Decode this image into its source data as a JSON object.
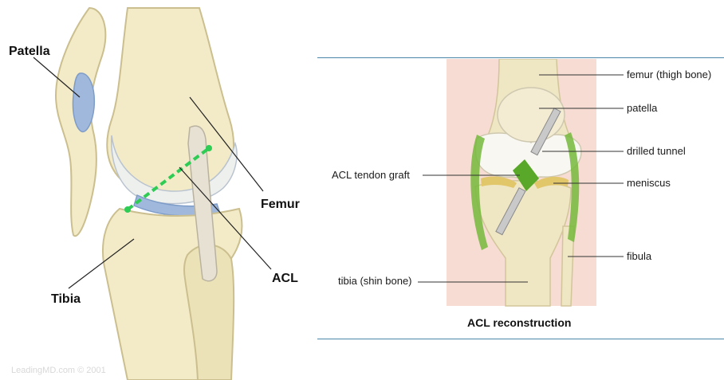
{
  "left_diagram": {
    "labels": {
      "patella": "Patella",
      "femur": "Femur",
      "acl": "ACL",
      "tibia": "Tibia"
    },
    "watermark": "LeadingMD.com © 2001",
    "colors": {
      "bone": "#f3ebc7",
      "bone_shade": "#dfd2a0",
      "cartilage": "#9fb8dc",
      "acl_line": "#2ecc55"
    }
  },
  "right_diagram": {
    "title": "ACL reconstruction",
    "labels": {
      "femur": "femur (thigh bone)",
      "patella": "patella",
      "drilled_tunnel": "drilled tunnel",
      "acl_graft": "ACL tendon graft",
      "meniscus": "meniscus",
      "fibula": "fibula",
      "tibia": "tibia (shin bone)"
    },
    "colors": {
      "skin": "#f6dcd2",
      "bone": "#efe6c4",
      "ligament": "#76b83c",
      "rule": "#4a86a8"
    }
  }
}
